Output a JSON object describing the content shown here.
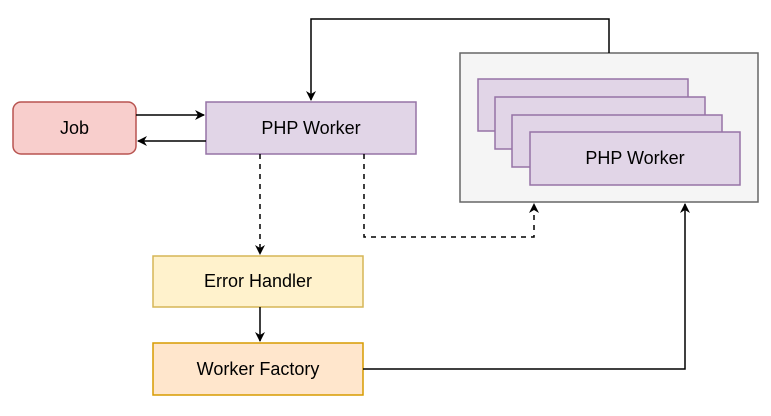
{
  "nodes": {
    "job": {
      "label": "Job",
      "fill": "#f8cecc",
      "stroke": "#b85450"
    },
    "php_worker": {
      "label": "PHP Worker",
      "fill": "#e1d5e7",
      "stroke": "#9673a6"
    },
    "pool_worker": {
      "label": "PHP Worker",
      "fill": "#e1d5e7",
      "stroke": "#9673a6"
    },
    "pool": {
      "fill": "#f5f5f5",
      "stroke": "#666666"
    },
    "error_handler": {
      "label": "Error Handler",
      "fill": "#fff2cc",
      "stroke": "#d6b656"
    },
    "worker_factory": {
      "label": "Worker Factory",
      "fill": "#ffe6cc",
      "stroke": "#d79b00"
    }
  }
}
